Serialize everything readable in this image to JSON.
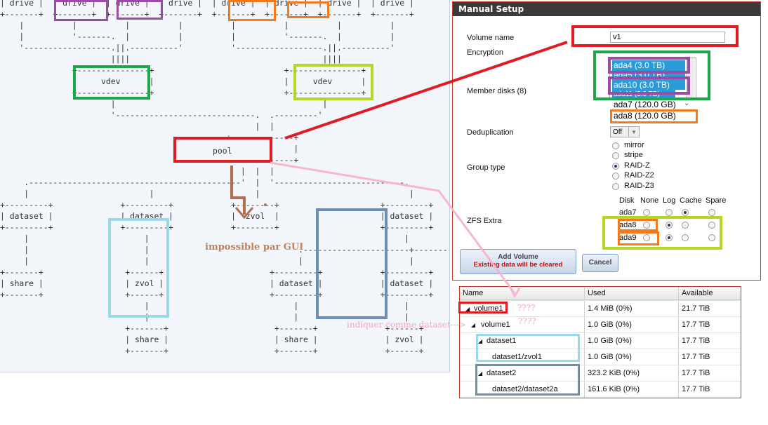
{
  "ascii_diagram": {
    "drive_label": "drive",
    "vdev_label": "vdev",
    "pool_label": "pool",
    "dataset_label": "dataset",
    "zvol_label": "zvol",
    "share_label": "share",
    "note_gui": "impossible par GUI"
  },
  "dialog": {
    "title": "Manual Setup",
    "volume_name_label": "Volume name",
    "volume_name_value": "v1",
    "encryption_label": "Encryption",
    "member_disks_label": "Member disks (8)",
    "member_disks_options": [
      {
        "text": "ada4 (3.0 TB)",
        "selected": true
      },
      {
        "text": "ada5 (3.0 TB)",
        "selected": true
      },
      {
        "text": "ada11 (3.0 TB)",
        "selected": true
      },
      {
        "text": "ada10 (3.0 TB)",
        "selected": true
      },
      {
        "text": "ada7 (120.0 GB)",
        "selected": false
      },
      {
        "text": "ada8 (120.0 GB)",
        "selected": false
      }
    ],
    "dedup_label": "Deduplication",
    "dedup_value": "Off",
    "group_type_label": "Group type",
    "group_types": [
      "mirror",
      "stripe",
      "RAID-Z",
      "RAID-Z2",
      "RAID-Z3"
    ],
    "group_selected": "RAID-Z",
    "zfs_extra_label": "ZFS Extra",
    "zfs_cols": [
      "Disk",
      "None",
      "Log",
      "Cache",
      "Spare"
    ],
    "zfs_rows": [
      {
        "disk": "ada7",
        "selected": "Cache"
      },
      {
        "disk": "ada8",
        "selected": "Log"
      },
      {
        "disk": "ada9",
        "selected": "Log"
      }
    ],
    "add_button_label": "Add Volume",
    "add_button_warning": "Existing data will be cleared",
    "cancel_button_label": "Cancel"
  },
  "volume_table": {
    "columns": [
      "Name",
      "Used",
      "Available"
    ],
    "rows": [
      {
        "name": "volume1",
        "used": "1.4 MiB (0%)",
        "available": "21.7 TiB",
        "depth": 0,
        "toggle": true
      },
      {
        "name": "volume1",
        "used": "1.0 GiB (0%)",
        "available": "17.7 TiB",
        "depth": 1,
        "toggle": true
      },
      {
        "name": "dataset1",
        "used": "1.0 GiB (0%)",
        "available": "17.7 TiB",
        "depth": 2,
        "toggle": true
      },
      {
        "name": "dataset1/zvol1",
        "used": "1.0 GiB (0%)",
        "available": "17.7 TiB",
        "depth": 3,
        "toggle": false
      },
      {
        "name": "dataset2",
        "used": "323.2 KiB (0%)",
        "available": "17.7 TiB",
        "depth": 2,
        "toggle": true
      },
      {
        "name": "dataset2/dataset2a",
        "used": "161.6 KiB (0%)",
        "available": "17.7 TiB",
        "depth": 3,
        "toggle": false
      }
    ]
  },
  "annotations": {
    "qmarks_1": "????",
    "qmarks_2": "????",
    "indicate_dataset": "indiquer comme dataset--->"
  },
  "colors": {
    "red": "#e11b22",
    "purple": "#9b4aa6",
    "orange": "#f27a1a",
    "green": "#19a94b",
    "lime": "#b2d724",
    "cyan": "#9ad9e8",
    "steel": "#6d8db6",
    "pink": "#f4a6c9",
    "brown": "#c0805c"
  }
}
